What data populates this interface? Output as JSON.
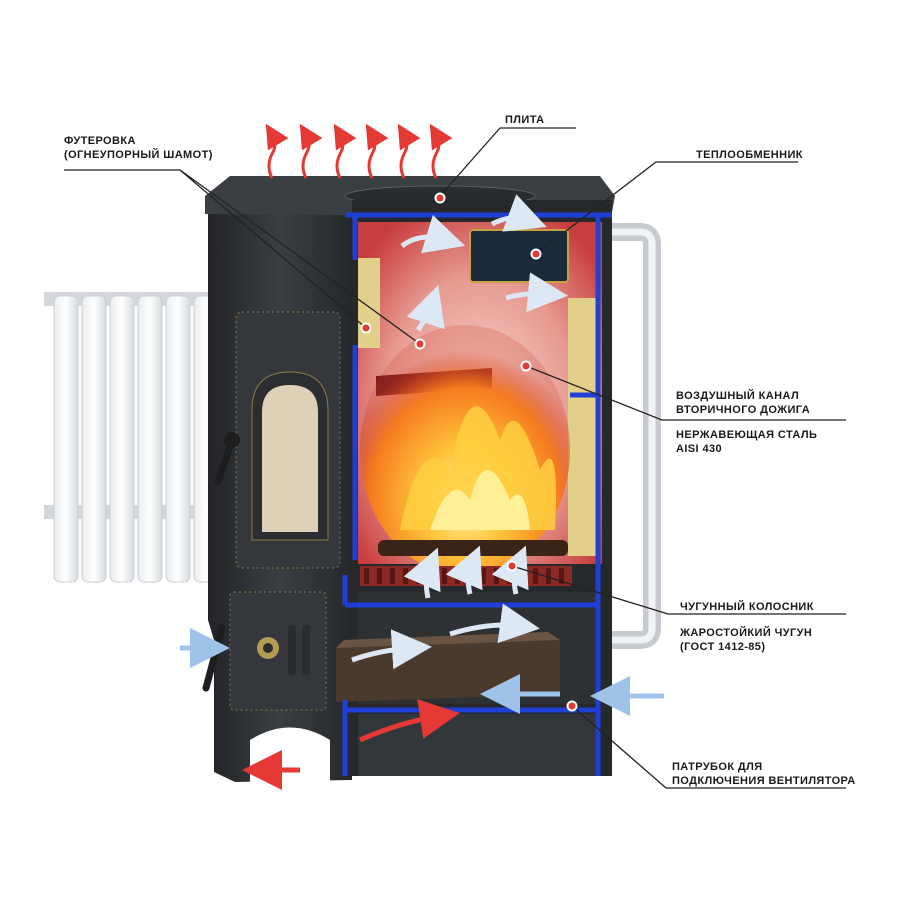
{
  "labels": {
    "plita": "ПЛИТА",
    "futerovka_1": "ФУТЕРОВКА",
    "futerovka_2": "(ОГНЕУПОРНЫЙ ШАМОТ)",
    "teploobmennik": "ТЕПЛООБМЕННИК",
    "air_channel_1": "ВОЗДУШНЫЙ КАНАЛ",
    "air_channel_2": "ВТОРИЧНОГО ДОЖИГА",
    "steel_1": "НЕРЖАВЕЮЩАЯ СТАЛЬ",
    "steel_2": "AISI 430",
    "grate_1": "ЧУГУННЫЙ КОЛОСНИК",
    "grate_2": "ЖАРОСТОЙКИЙ ЧУГУН",
    "grate_3": "(ГОСТ 1412-85)",
    "pipe_1": "ПАТРУБОК ДЛЯ",
    "pipe_2": "ПОДКЛЮЧЕНИЯ ВЕНТИЛЯТОРА"
  },
  "colors": {
    "stove_body": "#2e3134",
    "frame_blue": "#1f3fd6",
    "chamber_red": "#d84a4a",
    "firebrick": "#e2cf8a",
    "flame": "#ffb020",
    "hot_arrow": "#e53935",
    "cold_arrow": "#9fc3e8",
    "callout_dot": "#e53935",
    "leader_line": "#222222"
  }
}
